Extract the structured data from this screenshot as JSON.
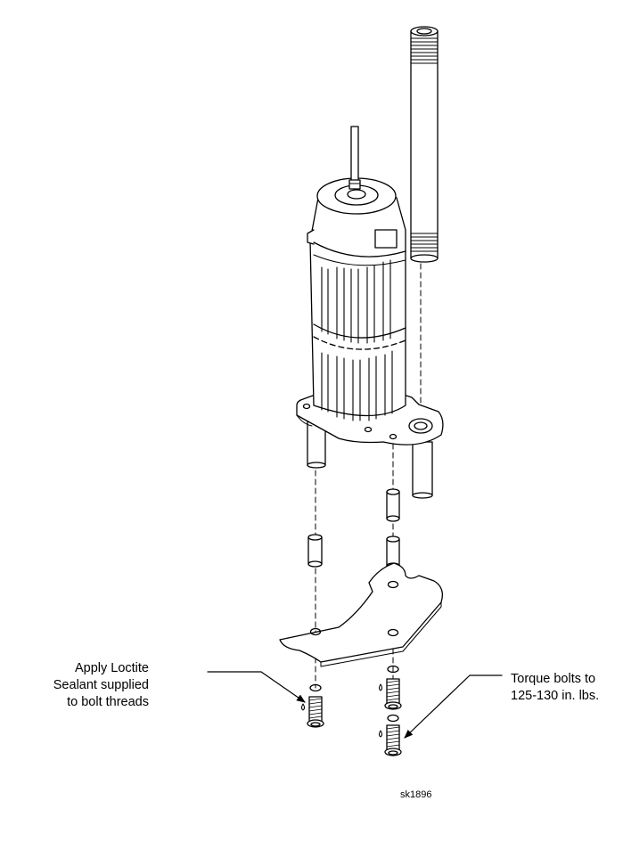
{
  "callouts": {
    "loctite": "Apply Loctite\nSealant supplied\nto bolt threads",
    "torque": "Torque bolts to\n125-130 in. lbs."
  },
  "drawing_number": "sk1896",
  "colors": {
    "line": "#000000",
    "background": "#ffffff"
  }
}
